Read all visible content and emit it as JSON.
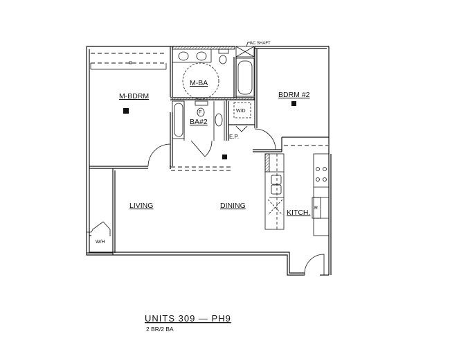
{
  "rooms": {
    "master_bedroom": "M-BDRM",
    "master_bath": "M-BA",
    "bedroom_2": "BDRM  #2",
    "bath_2": "BA#2",
    "living": "LIVING",
    "dining": "DINING",
    "kitchen": "KITCH.",
    "washer_dryer": "W/D",
    "water_heater": "W/H",
    "electrical_panel": "E.P.",
    "ac_shaft": "AC SHAFT",
    "fan_symbol": "F",
    "refrigerator": "R"
  },
  "caption": {
    "title": "UNITS 309 — PH9",
    "subtitle": "2 BR/2 BA"
  }
}
